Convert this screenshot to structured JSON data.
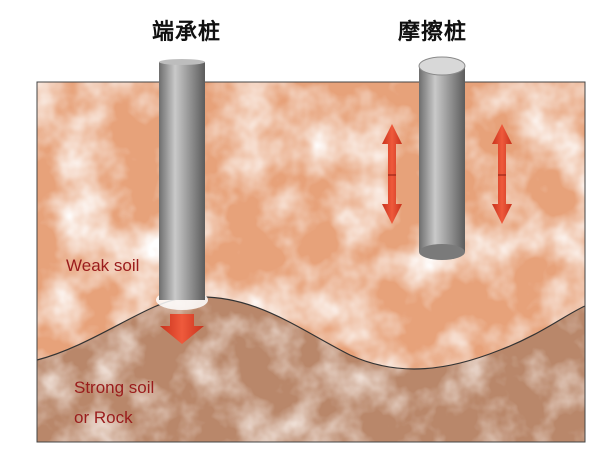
{
  "diagram": {
    "end_bearing_title": "端承桩",
    "friction_title": "摩擦桩",
    "weak_soil_label": "Weak soil",
    "strong_soil_line1": "Strong soil",
    "strong_soil_line2": "or Rock"
  },
  "colors": {
    "weak_soil": "#e7a27a",
    "strong_soil": "#b9876a",
    "pile_gray": "#9a9a9a",
    "arrow_red": "#e03a22",
    "label_red": "#9a1c1c"
  }
}
